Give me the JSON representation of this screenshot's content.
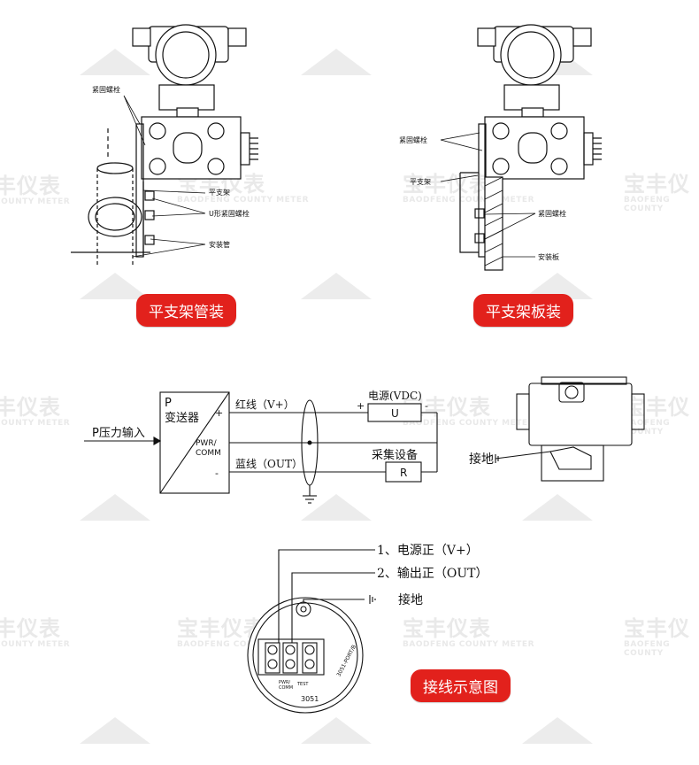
{
  "watermark": {
    "brand": "宝丰仪表",
    "brand_partial": "丰仪表",
    "brand_left": "宝丰仪",
    "tagline": "BAODFENG COUNTY METER",
    "tagline_partial": "COUNTY METER",
    "tagline_left": "BAOFENG COUNTY"
  },
  "pipe_mount": {
    "labels": {
      "fasten_bolt": "紧固螺栓",
      "bracket": "平支架",
      "u_bolt": "U形紧固螺栓",
      "mount_pipe": "安装管"
    },
    "caption": "平支架管装"
  },
  "panel_mount": {
    "labels": {
      "fasten_bolt_top": "紧固螺栓",
      "bracket": "平支架",
      "fasten_bolt_bottom": "紧固螺栓",
      "mount_plate": "安装板"
    },
    "caption": "平支架板装"
  },
  "wiring": {
    "input_label": "P压力输入",
    "transmitter_p": "P",
    "transmitter_name": "变送器",
    "plus": "+",
    "minus": "-",
    "pwr_comm_1": "PWR/",
    "pwr_comm_2": "COMM",
    "red_wire": "红线（V+）",
    "blue_wire": "蓝线（OUT）",
    "power_supply": "电源(VDC)",
    "u_label": "U",
    "acq_device": "采集设备",
    "r_label": "R",
    "ground_label": "接地"
  },
  "terminal": {
    "items": [
      "1、电源正（V+）",
      "2、输出正（OUT）",
      "接地"
    ],
    "plate_text_1": "PWR/",
    "plate_text_2": "COMM",
    "test_text": "TEST",
    "model": "3051",
    "side_text": "3051-PORT/B",
    "caption": "接线示意图"
  }
}
